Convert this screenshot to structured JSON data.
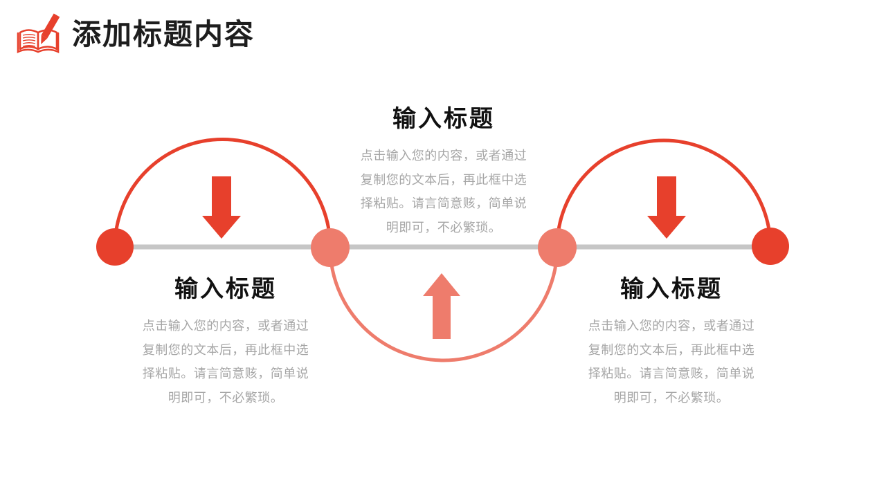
{
  "header": {
    "title": "添加标题内容",
    "icon": "book-pencil-icon"
  },
  "colors": {
    "primary_red": "#e7402c",
    "salmon": "#ee7c6c",
    "line_gray": "#c6c6c6",
    "body_text": "#a6a6a6",
    "title_text": "#111111"
  },
  "blocks": [
    {
      "position": "top-center",
      "title": "输入标题",
      "body": "点击输入您的内容，或者通过复制您的文本后，再此框中选择粘贴。请言简意赅，简单说明即可，不必繁琐。"
    },
    {
      "position": "bottom-left",
      "title": "输入标题",
      "body": "点击输入您的内容，或者通过复制您的文本后，再此框中选择粘贴。请言简意赅，简单说明即可，不必繁琐。"
    },
    {
      "position": "bottom-right",
      "title": "输入标题",
      "body": "点击输入您的内容，或者通过复制您的文本后，再此框中选择粘贴。请言简意赅，简单说明即可，不必繁琐。"
    }
  ]
}
